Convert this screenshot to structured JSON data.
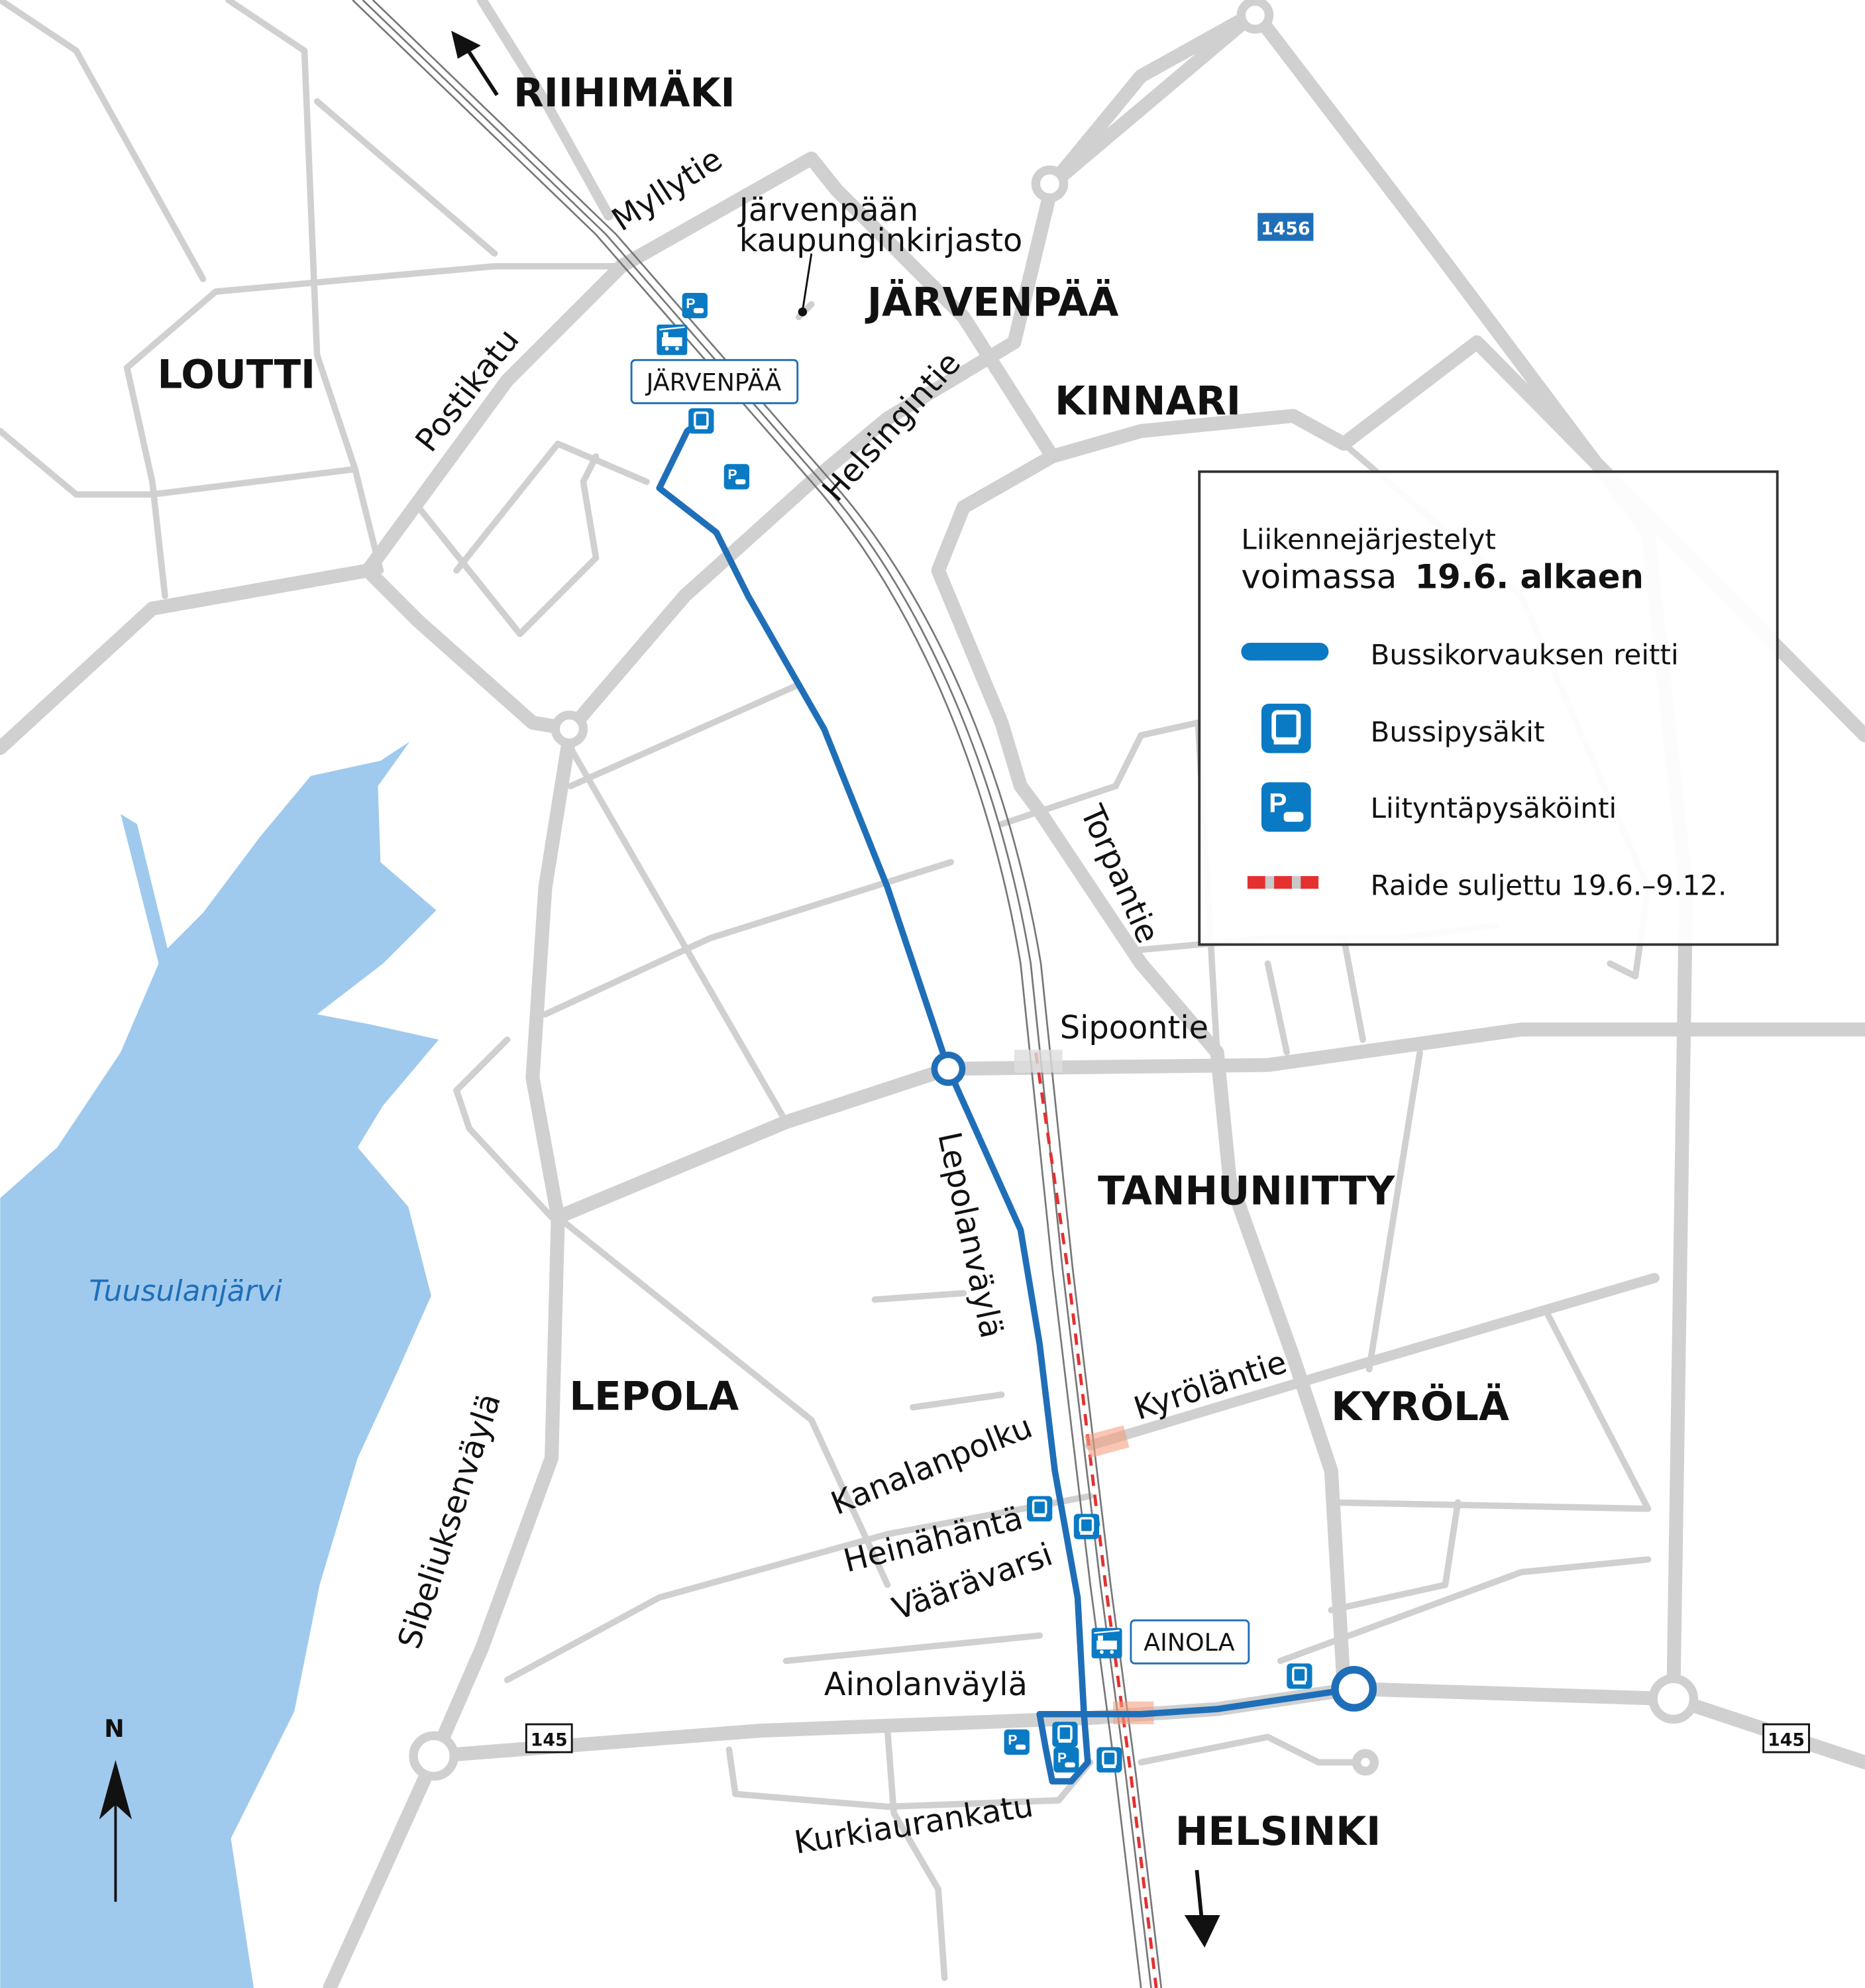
{
  "places": {
    "riihimaki": "RIIHIMÄKI",
    "jarvenpaa": "JÄRVENPÄÄ",
    "loutti": "LOUTTI",
    "kinnari": "KINNARI",
    "tanhuniitty": "TANHUNIITTY",
    "lepola": "LEPOLA",
    "kyrola": "KYRÖLÄ",
    "helsinki": "HELSINKI"
  },
  "streets": {
    "myllytie": "Myllytie",
    "postikatu": "Postikatu",
    "helsingintie": "Helsingintie",
    "torpantie": "Torpantie",
    "sipoontie": "Sipoontie",
    "lepolanvayla": "Lepolanväylä",
    "sibeliuksenvayla": "Sibeliuksenväylä",
    "kyrolantie": "Kyröläntie",
    "kanalanpolku": "Kanalanpolku",
    "heinahanta": "Heinähäntä",
    "vaaravarsi": "Väärävarsi",
    "ainolanvayla": "Ainolanväylä",
    "kurkiaurankatu": "Kurkiaurankatu"
  },
  "landmarks": {
    "library_line1": "Järvenpään",
    "library_line2": "kaupunginkirjasto",
    "lake": "Tuusulanjärvi"
  },
  "stations": {
    "jarvenpaa": "JÄRVENPÄÄ",
    "ainola": "AINOLA"
  },
  "road_numbers": {
    "r1456": "1456",
    "r145_west": "145",
    "r145_east": "145"
  },
  "north": "N",
  "legend": {
    "title_line1": "Liikennejärjestelyt",
    "title_line2_regular": "voimassa",
    "title_line2_bold": "19.6. alkaen",
    "items": [
      {
        "label": "Bussikorvauksen reitti",
        "icon": "bus-route-line"
      },
      {
        "label": "Bussipysäkit",
        "icon": "bus-stop-icon"
      },
      {
        "label": "Liityntäpysäköinti",
        "icon": "park-and-ride-icon"
      },
      {
        "label": "Raide suljettu 19.6.–9.12.",
        "icon": "closed-track-dashes"
      }
    ]
  },
  "colors": {
    "route": "#1f6fb8",
    "icon": "#0a7ac4",
    "lake": "#9fcaee",
    "road": "#d0d0d0",
    "closed": "#e53030"
  }
}
